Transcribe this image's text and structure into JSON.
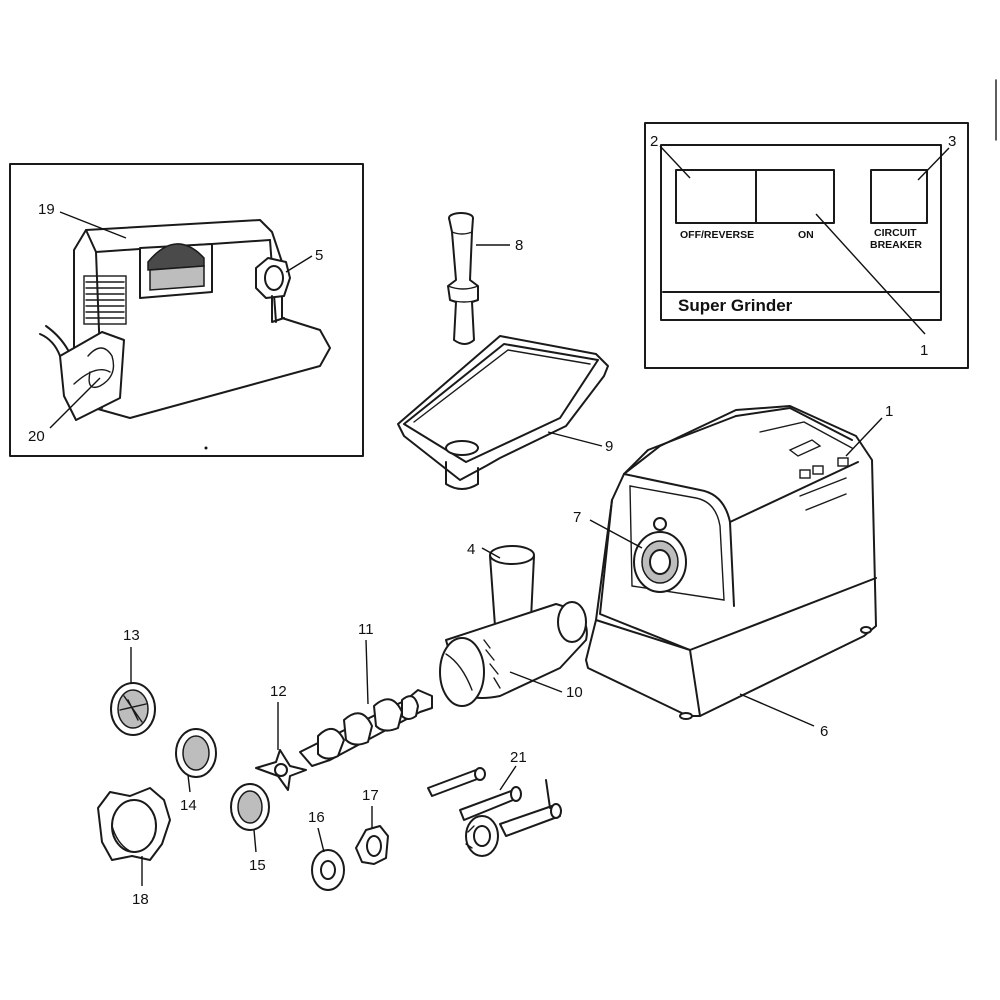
{
  "panel": {
    "buttons": {
      "off_reverse": "OFF/REVERSE",
      "on": "ON",
      "circuit_breaker_line1": "CIRCUIT",
      "circuit_breaker_line2": "BREAKER"
    },
    "brand": "Super Grinder"
  },
  "callouts": {
    "c1_panel": "1",
    "c2": "2",
    "c3": "3",
    "c1_main": "1",
    "c4": "4",
    "c5": "5",
    "c6": "6",
    "c7": "7",
    "c8": "8",
    "c9": "9",
    "c10": "10",
    "c11": "11",
    "c12": "12",
    "c13": "13",
    "c14": "14",
    "c15": "15",
    "c16": "16",
    "c17": "17",
    "c18": "18",
    "c19": "19",
    "c20": "20",
    "c21": "21"
  }
}
